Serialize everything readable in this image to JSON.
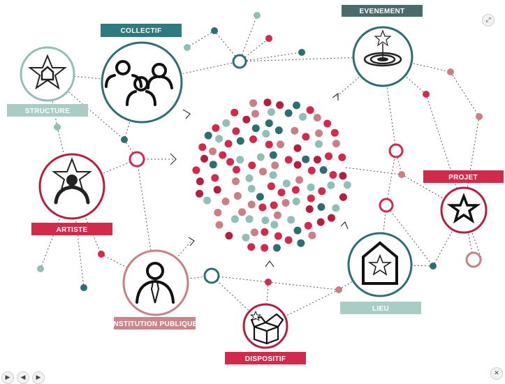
{
  "labels": {
    "collectif": "COLLECTIF",
    "evenement": "EVENEMENT",
    "structure": "STRUCTURE",
    "artiste": "ARTISTE",
    "projet": "PROJET",
    "institution": "INSTITUTION PUBLIQUE",
    "lieu": "LIEU",
    "dispositif": "DISPOSITIF"
  },
  "colors": {
    "red": "#d12a4a",
    "teal": "#2e6e73",
    "sage": "#8fbfb6",
    "pink": "#c97f85",
    "darkred": "#b31f3d",
    "label_teal": "#2f7a7f",
    "label_sage": "#a9cdc5",
    "label_red": "#d12a4a",
    "label_rose": "#c9878c",
    "label_dark": "#4b6b6b"
  },
  "controls": {
    "expand_icon": "expand-icon",
    "close_icon": "close-icon",
    "play_icon": "play-icon",
    "prev_icon": "prev-icon",
    "next_icon": "next-icon"
  }
}
